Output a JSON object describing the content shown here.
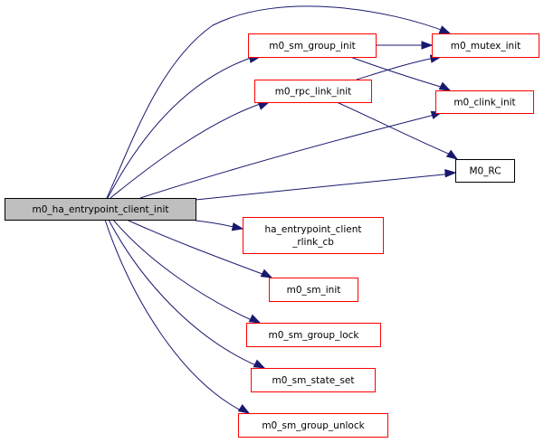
{
  "diagram": {
    "type": "call-graph",
    "edge_color": "#191970",
    "node_border_color": "#ff0000",
    "root_fill_color": "#bfbfbf",
    "nodes": [
      {
        "id": "root",
        "lines": [
          "m0_ha_entrypoint_client_init"
        ],
        "style": "root"
      },
      {
        "id": "sm_group_init",
        "lines": [
          "m0_sm_group_init"
        ],
        "style": "linked"
      },
      {
        "id": "mutex_init",
        "lines": [
          "m0_mutex_init"
        ],
        "style": "linked"
      },
      {
        "id": "rpc_link_init",
        "lines": [
          "m0_rpc_link_init"
        ],
        "style": "linked"
      },
      {
        "id": "clink_init",
        "lines": [
          "m0_clink_init"
        ],
        "style": "linked"
      },
      {
        "id": "m0_rc",
        "lines": [
          "M0_RC"
        ],
        "style": "plain"
      },
      {
        "id": "rlink_cb",
        "lines": [
          "ha_entrypoint_client",
          "_rlink_cb"
        ],
        "style": "linked"
      },
      {
        "id": "sm_init",
        "lines": [
          "m0_sm_init"
        ],
        "style": "linked"
      },
      {
        "id": "sm_group_lock",
        "lines": [
          "m0_sm_group_lock"
        ],
        "style": "linked"
      },
      {
        "id": "sm_state_set",
        "lines": [
          "m0_sm_state_set"
        ],
        "style": "linked"
      },
      {
        "id": "sm_group_unlock",
        "lines": [
          "m0_sm_group_unlock"
        ],
        "style": "linked"
      }
    ],
    "edges": [
      {
        "from": "root",
        "to": "mutex_init"
      },
      {
        "from": "root",
        "to": "sm_group_init"
      },
      {
        "from": "root",
        "to": "rpc_link_init"
      },
      {
        "from": "root",
        "to": "clink_init"
      },
      {
        "from": "root",
        "to": "m0_rc"
      },
      {
        "from": "root",
        "to": "rlink_cb"
      },
      {
        "from": "root",
        "to": "sm_init"
      },
      {
        "from": "root",
        "to": "sm_group_lock"
      },
      {
        "from": "root",
        "to": "sm_state_set"
      },
      {
        "from": "root",
        "to": "sm_group_unlock"
      },
      {
        "from": "sm_group_init",
        "to": "mutex_init"
      },
      {
        "from": "sm_group_init",
        "to": "clink_init"
      },
      {
        "from": "rpc_link_init",
        "to": "mutex_init"
      },
      {
        "from": "rpc_link_init",
        "to": "m0_rc"
      }
    ]
  }
}
